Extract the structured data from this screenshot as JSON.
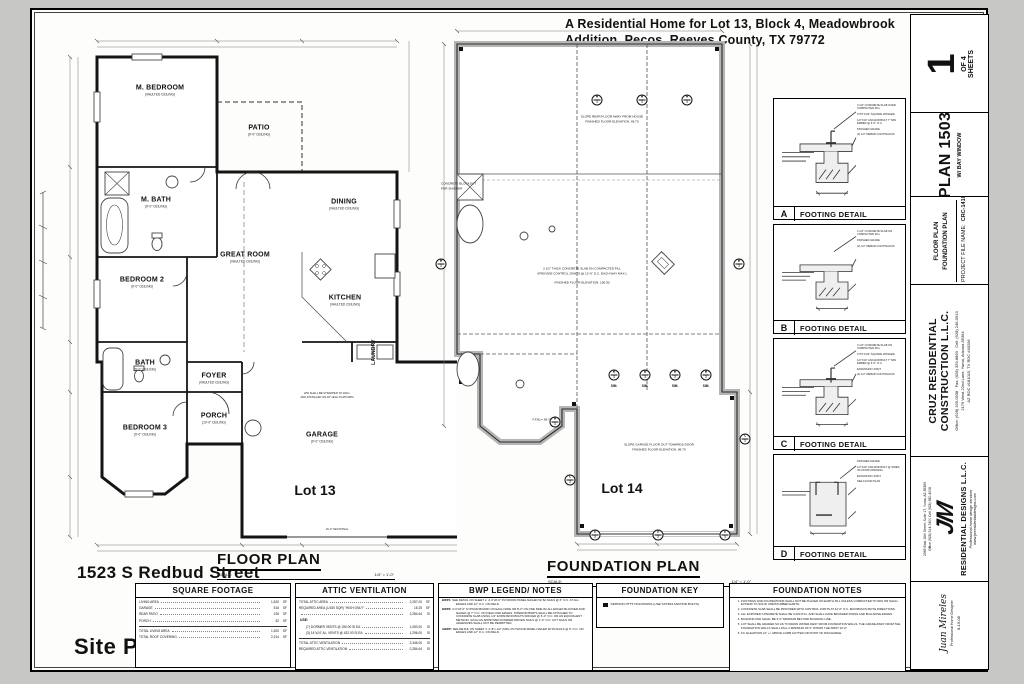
{
  "sheet": {
    "title_line1": "A Residential Home for Lot 13, Block 4, Meadowbrook",
    "title_line2": "Addition, Pecos, Reeves County, TX 79772",
    "street_address": "1523 S Redbud Street",
    "site_plan_label": "Site Plan"
  },
  "floor_plan": {
    "title": "FLOOR PLAN",
    "scale_label": "SCALE:",
    "scale_value": "1/4\" = 1'-0\"",
    "lot_label": "Lot 13",
    "garage_door_note": "16'-0\" SECTIONAL",
    "hw_note_line1": "H/W SHALL BE STRAPPED TO WALL",
    "hw_note_line2": "AND INSTALLED ON 18\" HIGH PLATFORM",
    "rooms": {
      "m_bedroom": {
        "name": "M. BEDROOM",
        "note": "(VAULTED CEILING)"
      },
      "patio": {
        "name": "PATIO",
        "note": "(9'-0\" CEILING)"
      },
      "m_bath": {
        "name": "M. BATH",
        "note": "(9'-0\" CEILING)"
      },
      "dining": {
        "name": "DINING",
        "note": "(VAULTED CEILING)"
      },
      "great_room": {
        "name": "GREAT ROOM",
        "note": "(VAULTED CEILING)"
      },
      "kitchen": {
        "name": "KITCHEN",
        "note": "(VAULTED CEILING)"
      },
      "laundry": {
        "name": "LAUNDRY",
        "note": "(9'-0\" CEILING)"
      },
      "bedroom2": {
        "name": "BEDROOM 2",
        "note": "(9'-0\" CEILING)"
      },
      "bath": {
        "name": "BATH",
        "note": "(9'-0\" CEILING)"
      },
      "foyer": {
        "name": "FOYER",
        "note": "(VAULTED CEILING)"
      },
      "porch": {
        "name": "PORCH",
        "note": "(10'-0\" CEILING)"
      },
      "bedroom3": {
        "name": "BEDROOM 3",
        "note": "(9'-0\" CEILING)"
      },
      "garage": {
        "name": "GARAGE",
        "note": "(9'-0\" CEILING)"
      }
    }
  },
  "foundation_plan": {
    "title": "FOUNDATION PLAN",
    "scale_label": "SCALE:",
    "scale_value": "1/4\" = 1'-0\"",
    "lot_label": "Lot 14",
    "patio_note1": "SLOPE REAR FLOOR AWAY FROM HOUSE",
    "patio_note2": "FINISHED FLOOR ELEVATION: 99.70",
    "slab_note1": "3 1/2\" THICK CONCRETE SLAB ON COMPACTED FILL",
    "slab_note2": "(PROVIDE CONTROL JOINTS @ 12'-0\" O.C. EACH WAY MAX.)",
    "slab_note3": "FINISHED FLOOR ELEVATION: 100.00",
    "garage_note1": "SLOPE GARAGE FLOOR OUT TOWARDS DOOR",
    "garage_note2": "FINISHED FLOOR ELEVATION: 99.70",
    "shower_note": "CONCRETE BLOCKOUT FOR SHOWER",
    "ffel_note": "F.F.EL= 99.70",
    "sim_label": "SIM.",
    "marker_num": "1",
    "markers": [
      "A",
      "A",
      "A",
      "B",
      "B",
      "B",
      "B",
      "B",
      "B",
      "A",
      "C",
      "C",
      "D",
      "D",
      "D"
    ]
  },
  "details": {
    "items": [
      {
        "key": "A",
        "label": "FOOTING DETAIL",
        "notes": [
          "3 1/2\" CONCRETE SLAB OVER COMPACTED FILL",
          "3\"x3\"x1/4\" SQUARE WASHER",
          "1/2\"x10\" ANCHOR BOLT 7\" MIN. EMBED @ 6'-0\" O.C.",
          "FINISHED GRADE",
          "(2) 1/2\" REBAR CONTINUOUS"
        ]
      },
      {
        "key": "B",
        "label": "FOOTING DETAIL",
        "notes": [
          "3 1/2\" CONCRETE SLAB ON COMPACTED FILL",
          "FINISHED GRADE",
          "(2) 1/2\" REBAR CONTINUOUS"
        ]
      },
      {
        "key": "C",
        "label": "FOOTING DETAIL",
        "notes": [
          "3 1/2\" CONCRETE SLAB ON COMPACTED FILL",
          "3\"x3\"x1/4\" SQUARE WASHER",
          "1/2\"x10\" ANCHOR BOLT 7\" MIN. EMBED @ 6'-0\" O.C.",
          "EXPANSION JOINT",
          "(2) 1/2\" REBAR CONTINUOUS"
        ]
      },
      {
        "key": "D",
        "label": "FOOTING DETAIL",
        "notes": [
          "FINISHED GRADE",
          "1/2\"x10\" ANCHOR BOLT @ SIDES OF DOOR OPENING",
          "EXPANSION JOINT",
          "SEE FLOOR PLAN"
        ]
      }
    ]
  },
  "tables": {
    "square_footage": {
      "title": "SQUARE FOOTAGE",
      "rows": [
        {
          "label": "LIVING AREA",
          "value": "1,520",
          "unit": "SF"
        },
        {
          "label": "GARAGE",
          "value": "516",
          "unit": "SF"
        },
        {
          "label": "REAR PATIO",
          "value": "226",
          "unit": "SF"
        },
        {
          "label": "PORCH",
          "value": "52",
          "unit": "SF"
        }
      ],
      "totals": [
        {
          "label": "TOTAL LIVING AREA",
          "value": "1,520",
          "unit": "SF"
        },
        {
          "label": "TOTAL ROOF COVERING",
          "value": "2,314",
          "unit": "SF"
        }
      ]
    },
    "attic_ventilation": {
      "title": "ATTIC VENTILATION",
      "rows": [
        {
          "label": "TOTAL ATTIC AREA",
          "value": "2,287.00",
          "unit": "SF"
        },
        {
          "label": "REQUIRED AREA (1/150 SQR) \"HIGH ONLY\"",
          "value": "15.25",
          "unit": "SF"
        },
        {
          "label": "",
          "value": "2,284.64",
          "unit": "SI"
        }
      ],
      "use_label": "USE:",
      "use_rows": [
        {
          "label": "(7)  DORMER VENTS  @ 150.00 SI EA",
          "value": "1,050.00",
          "unit": "SI"
        },
        {
          "label": "(3)  14\"x24\" AL. VENTS  @ 432.00 SI EA",
          "value": "1,296.00",
          "unit": "SI"
        }
      ],
      "totals": [
        {
          "label": "TOTAL ATTIC VENTILATION",
          "value": "2,346.00",
          "unit": "SI"
        },
        {
          "label": "REQUIRED ATTIC VENTILATION",
          "value": "2,284.64",
          "unit": "SI"
        }
      ]
    },
    "bwp": {
      "title": "BWP LEGEND/ NOTES",
      "rows": [
        {
          "tag": "BWP1:",
          "text": "SEE DETAIL ON SHEET 2. 4'-0\"x8'-0\" PLYWOOD PANEL NAILED W/ 8d NAILS @ 6\" O.C. AT ALL EDGES AND 12\" O.C. ON FIELD."
        },
        {
          "tag": "BWP2:",
          "text": "4'-0\"x8'-0\" GYPSUM BOARD ON EACH SIDE OR 8'-0\" ON ONE SIDE W/ ALL EDGES BLOCKED AND NAILED @ 7\" O.C. ON FIELD AND EDGES. INTERIOR BWP'S SHALL BE ATTACHED TO CONCRETE SLAB USING 1/2\" EXPANSION BOLTS SPACED @ 6'-0\" O.C. OR AN EQUIVALENT METHOD, SUCH AS APPROVED POWDER DRIVEN NAILS @ 1'-0\" O.C. CUT NAILS OR ADHESIVES SHALL NOT BE PERMITTED."
        },
        {
          "tag": "ABWP:",
          "text": "SEE DETAIL ON SHEET 2. 2'-8\"x 1/2\" (MIN.) PLYWOOD PANEL NAILED W/ 8d NAILS @ 6\" O.C. ON EDGES AND 12\" O.C. ON FIELD."
        }
      ]
    },
    "foundation_key": {
      "title": "FOUNDATION KEY",
      "row_text": "SIMPSON HTT5 HOLDOWNS (USE SSTB24 ANCHOR BOLTS)"
    },
    "foundation_notes": {
      "title": "FOUNDATION NOTES",
      "items": [
        "FOOTINGS AND FOUNDATIONS SHALL NOT BE PLACED ON EARTH FILL UNLESS COMPACTED TO 90% OR SHALL EXTEND TO SOLID UNDISTURBED EARTH.",
        "CONCRETE SLAB SHALL BE PROVIDED WITH CONTROL JOINTS AT 12'-0\" O.C. MAXIMUM IN BOTH DIRECTIONS.",
        "ALL EXPOSED CONCRETE SHALL BE 3,000 P.S.I. AND SHALL HAVE BRUSHED FINISH AND BULLNOSE EDGES.",
        "BUILDING PAD SHALL BE 3'-0\" MINIMUM BEYOND BUILDING LINE.",
        "LOT SHALL BE GRADED SO AS TO DRAIN WATER AWAY FROM FOUNDATION WALLS. THE GRADE AWAY FROM THE FOUNDATION WALLS SHALL FALL A MINIMUM OF 6\" WITHIN THE FIRST 10'-0\".",
        "F.F. ELEVATION 12\" +/- ABOVE CURB GUTTER OR POINT OF DISCHARGE."
      ]
    }
  },
  "titleblock": {
    "sheet_number": "1",
    "of_label": "OF 4",
    "sheets_label": "SHEETS",
    "plan_name": "PLAN 1503",
    "plan_sub": "W/ BAY WINDOW",
    "contents_line1": "FLOOR PLAN",
    "contents_line2": "FOUNDATION PLAN",
    "project_file_label": "PROJECT FILE NAME:",
    "project_file_value": "CRC-1410",
    "builder": {
      "name_line1": "CRUZ RESIDENTIAL",
      "name_line2": "CONSTRUCTION L.L.C.",
      "address_line1": "2179 West 22nd Lane",
      "address_line2": "Yuma, Arizona 85364",
      "address_line3": "AZ ROC #181015, TX RDC #40206",
      "office": "Office: (928) 329-0938",
      "fax": "Fax: (928) 329-8890",
      "cell": "Cell: (928) 246-0913"
    },
    "designer": {
      "logo": "JM",
      "name": "RESIDENTIAL DESIGNS L.L.C.",
      "tagline": "Professional home design services",
      "website": "www.jmresidentialdesigns.com",
      "address": "2565 East 16th Street, Suite 17, Yuma, AZ 85365",
      "phones": "Office (928) 514-7400   Cell (928) 580-4008"
    },
    "drafter": {
      "name": "Juan Mireles",
      "title": "Professional Home Designer",
      "date": "8-19-08"
    }
  }
}
